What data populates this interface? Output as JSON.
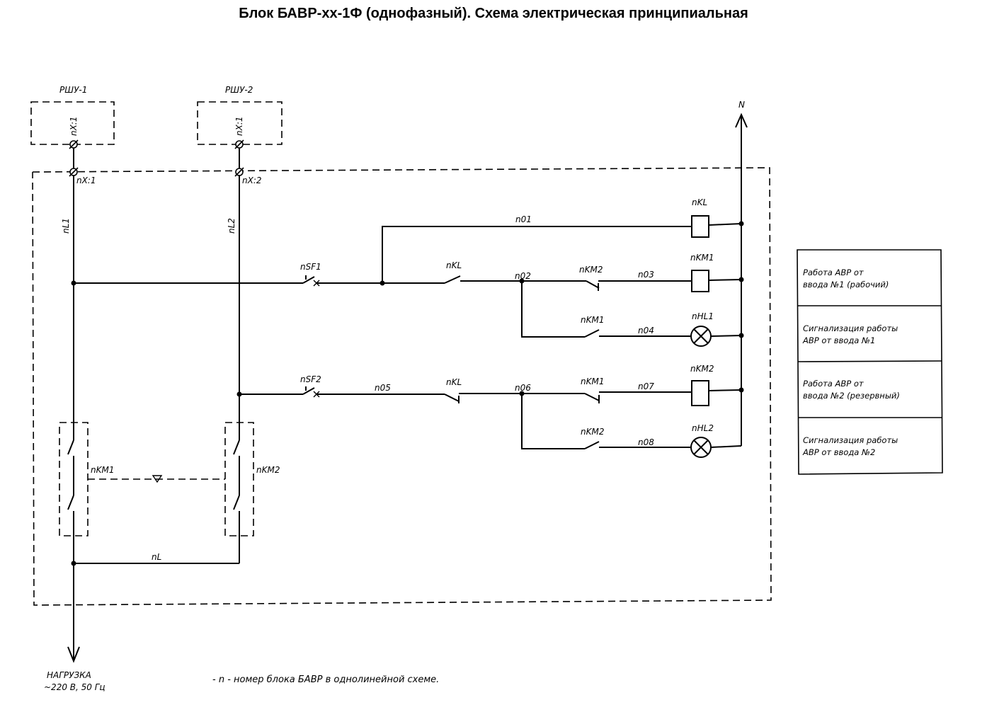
{
  "title": "Блок БАВР-xx-1Ф (однофазный). Схема электрическая принципиальная",
  "blocks": {
    "rshu1": "РШУ-1",
    "rshu2": "РШУ-2"
  },
  "terminals": {
    "outer_x1": "nX:1",
    "outer_x2": "nX:1",
    "in1": "nX:1",
    "in2": "nX:2"
  },
  "neutral": "N",
  "wires": {
    "nL1": "nL1",
    "nL2": "nL2",
    "n01": "n01",
    "n02": "n02",
    "n03": "n03",
    "n04": "n04",
    "n05": "n05",
    "n06": "n06",
    "n07": "n07",
    "n08": "n08",
    "nL": "nL"
  },
  "components": {
    "nKL_coil": "nKL",
    "nKM1_coil": "nKM1",
    "nKM2_coil": "nKM2",
    "nHL1": "nHL1",
    "nHL2": "nHL2",
    "nSF1": "nSF1",
    "nSF2": "nSF2",
    "nKL_contact_1": "nKL",
    "nKL_contact_2": "nKL",
    "nKM2_contact_1": "nKM2",
    "nKM1_contact_1": "nKM1",
    "nKM1_contact_2": "nKM1",
    "nKM2_contact_2": "nKM2",
    "nKM1_power": "nKM1",
    "nKM2_power": "nKM2"
  },
  "table": [
    [
      "Работа АВР от",
      "ввода №1 (рабочий)"
    ],
    [
      "Сигнализация работы",
      "АВР от ввода №1"
    ],
    [
      "Работа АВР от",
      "ввода №2 (резервный)"
    ],
    [
      "Сигнализация работы",
      "АВР от ввода №2"
    ]
  ],
  "load": {
    "line1": "НАГРУЗКА",
    "line2": "~220 В, 50 Гц"
  },
  "note": "- n - номер блока БАВР в однолинейной схеме."
}
